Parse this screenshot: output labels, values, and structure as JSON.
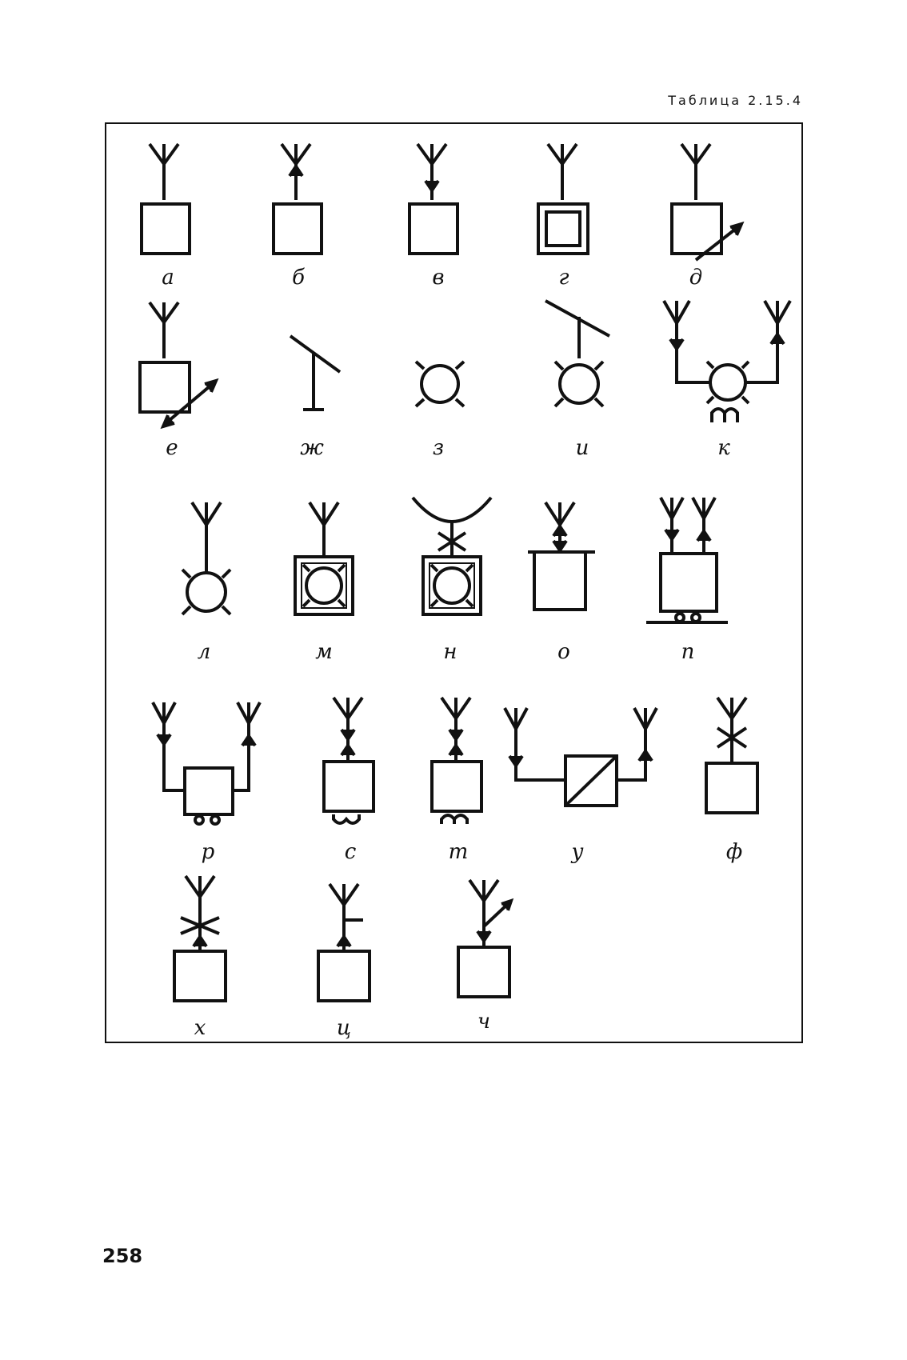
{
  "header": {
    "table_title": "Таблица 2.15.4"
  },
  "symbols": [
    {
      "label": "а"
    },
    {
      "label": "б"
    },
    {
      "label": "в"
    },
    {
      "label": "г"
    },
    {
      "label": "д"
    },
    {
      "label": "е"
    },
    {
      "label": "ж"
    },
    {
      "label": "з"
    },
    {
      "label": "и"
    },
    {
      "label": "к"
    },
    {
      "label": "л"
    },
    {
      "label": "м"
    },
    {
      "label": "н"
    },
    {
      "label": "о"
    },
    {
      "label": "п"
    },
    {
      "label": "р"
    },
    {
      "label": "с"
    },
    {
      "label": "т"
    },
    {
      "label": "у"
    },
    {
      "label": "ф"
    },
    {
      "label": "х"
    },
    {
      "label": "ц"
    },
    {
      "label": "ч"
    }
  ],
  "footer": {
    "page_number": "258"
  }
}
